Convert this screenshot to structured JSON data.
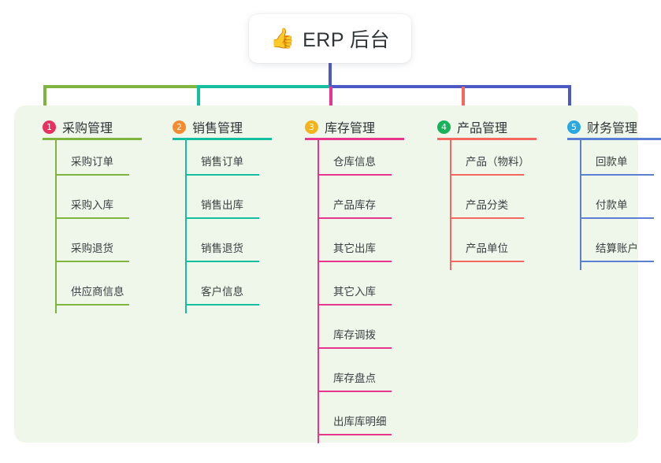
{
  "diagram": {
    "title": "ERP 后台",
    "root": {
      "icon": "thumbs-up-icon",
      "emoji": "👍",
      "label": "ERP 后台"
    },
    "panel_background": "#eef7ea",
    "columns": [
      {
        "number": "1",
        "title": "采购管理",
        "badge_color": "#e8315e",
        "line_color": "#7fb53f",
        "items": [
          "采购订单",
          "采购入库",
          "采购退货",
          "供应商信息"
        ]
      },
      {
        "number": "2",
        "title": "销售管理",
        "badge_color": "#f58b2e",
        "line_color": "#14bfa0",
        "items": [
          "销售订单",
          "销售出库",
          "销售退货",
          "客户信息"
        ]
      },
      {
        "number": "3",
        "title": "库存管理",
        "badge_color": "#f5b31b",
        "line_color": "#e8368f",
        "items": [
          "仓库信息",
          "产品库存",
          "其它出库",
          "其它入库",
          "库存调拨",
          "库存盘点",
          "出库库明细"
        ]
      },
      {
        "number": "4",
        "title": "产品管理",
        "badge_color": "#16b35a",
        "line_color": "#f4685f",
        "items": [
          "产品（物料）",
          "产品分类",
          "产品单位"
        ]
      },
      {
        "number": "5",
        "title": "财务管理",
        "badge_color": "#2aa9e0",
        "line_color": "#5b7fd4",
        "items": [
          "回款单",
          "付款单",
          "结算账户"
        ]
      }
    ],
    "connectors": {
      "root_drop_color": "#4c59c4",
      "bus_segments": [
        {
          "color": "#7fb53f"
        },
        {
          "color": "#14bfa0"
        },
        {
          "color": "#4c59c4"
        }
      ]
    }
  }
}
